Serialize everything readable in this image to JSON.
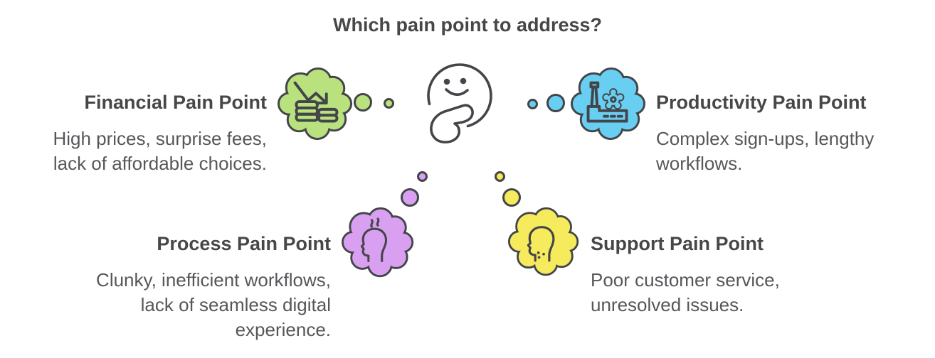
{
  "title": "Which pain point to address?",
  "center": {
    "icon": "thinking-face-icon"
  },
  "colors": {
    "financial": "#b9e27e",
    "productivity": "#69cff2",
    "process": "#d99ff1",
    "support": "#f6ea5d",
    "outline": "#434549",
    "heading_text": "#474747",
    "body_text": "#55575a",
    "background": "#ffffff"
  },
  "pain_points": [
    {
      "id": "financial",
      "label": "Financial Pain Point",
      "lines": [
        "High prices, surprise fees,",
        "lack of affordable choices."
      ],
      "icon": "declining-chart-coins-icon",
      "position": "top-left"
    },
    {
      "id": "productivity",
      "label": "Productivity Pain Point",
      "lines": [
        "Complex sign-ups, lengthy",
        "workflows."
      ],
      "icon": "factory-gear-icon",
      "position": "top-right"
    },
    {
      "id": "process",
      "label": "Process Pain Point",
      "lines": [
        "Clunky, inefficient workflows,",
        "lack of seamless digital",
        "experience."
      ],
      "icon": "overheated-head-icon",
      "position": "bottom-left"
    },
    {
      "id": "support",
      "label": "Support Pain Point",
      "lines": [
        "Poor customer service,",
        "unresolved issues."
      ],
      "icon": "worried-head-icon",
      "position": "bottom-right"
    }
  ]
}
